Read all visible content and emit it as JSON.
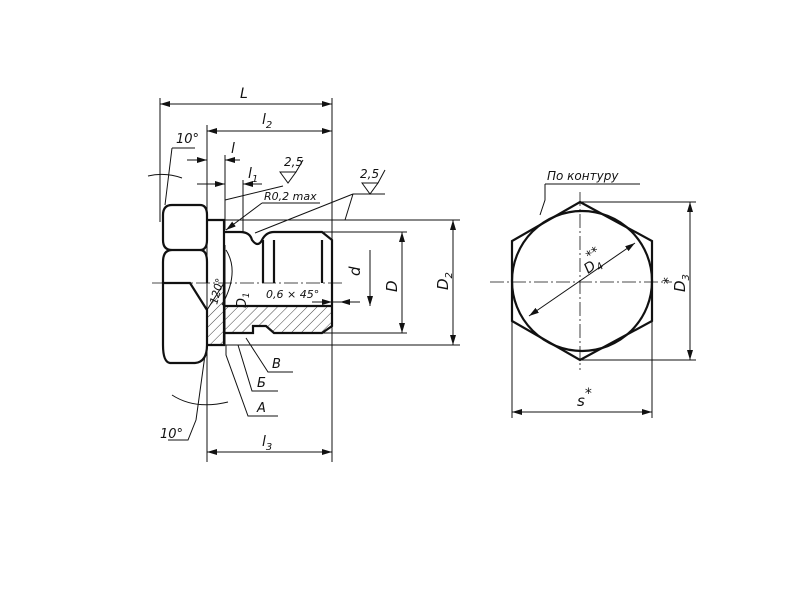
{
  "side_view": {
    "L": "L",
    "l2": "l",
    "l2_sub": "2",
    "l": "l",
    "l1": "l",
    "l1_sub": "1",
    "angle_top": "10°",
    "angle_bottom": "10°",
    "rough1": "2,5",
    "rough2": "2,5",
    "radius": "R0,2 max",
    "d": "d",
    "D": "D",
    "D2": "D",
    "D2_sub": "2",
    "D1": "D",
    "D1_sub": "1",
    "angle_120": "120°",
    "chamfer": "0,6 × 45°",
    "B": "В",
    "Be": "Б",
    "A": "А",
    "l3": "l",
    "l3_sub": "3"
  },
  "end_view": {
    "contour_note": "По контуру",
    "D4": "D",
    "D4_sub": "4",
    "D4_mark": "**",
    "D3": "D",
    "D3_sub": "3",
    "D3_mark": "*",
    "s": "s",
    "s_mark": "*"
  }
}
